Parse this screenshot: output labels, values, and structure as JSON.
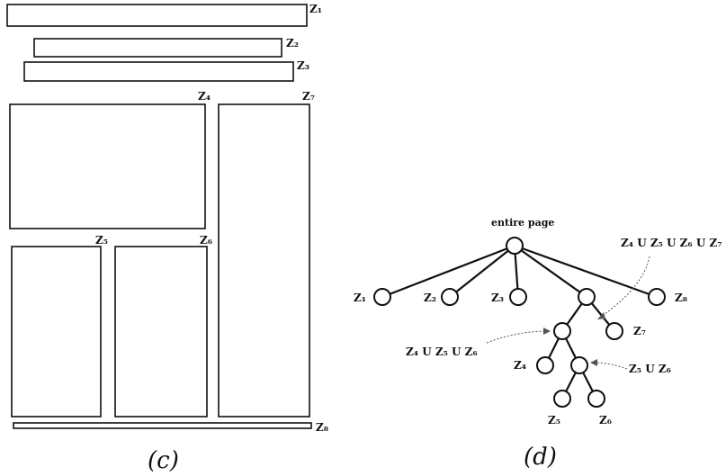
{
  "layout_panel": {
    "caption": "(c)",
    "zones": [
      {
        "name": "zone-z1",
        "label": "Z₁"
      },
      {
        "name": "zone-z2",
        "label": "Z₂"
      },
      {
        "name": "zone-z3",
        "label": "Z₃"
      },
      {
        "name": "zone-z4",
        "label": "Z₄"
      },
      {
        "name": "zone-z5",
        "label": "Z₅"
      },
      {
        "name": "zone-z6",
        "label": "Z₆"
      },
      {
        "name": "zone-z7",
        "label": "Z₇"
      },
      {
        "name": "zone-z8",
        "label": "Z₈"
      }
    ]
  },
  "tree_panel": {
    "caption": "(d)",
    "root_label": "entire page",
    "union_all": "Z₄ U Z₅ U Z₆ U Z₇",
    "union_456": "Z₄ U Z₅ U Z₆",
    "union_56": "Z₅ U Z₆",
    "leaves": {
      "z1": "Z₁",
      "z2": "Z₂",
      "z3": "Z₃",
      "z8": "Z₈",
      "z7": "Z₇",
      "z4": "Z₄",
      "z5": "Z₅",
      "z6": "Z₆"
    }
  }
}
